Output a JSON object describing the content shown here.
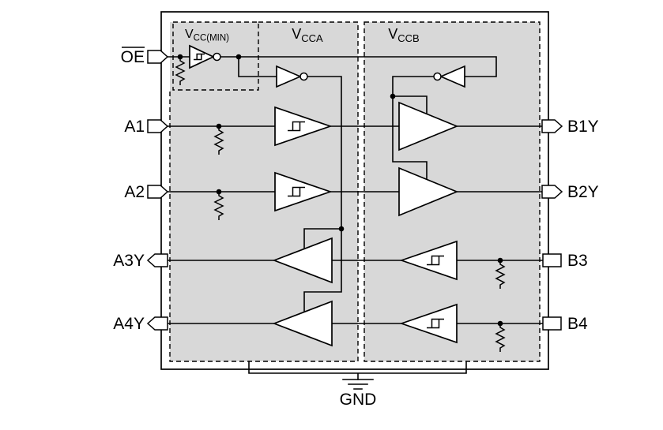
{
  "colors": {
    "region_fill": "#d8d8d8",
    "line": "#000000",
    "background": "#ffffff"
  },
  "pins": {
    "oe": "OE",
    "a1": "A1",
    "a2": "A2",
    "a3y": "A3Y",
    "a4y": "A4Y",
    "b1y": "B1Y",
    "b2y": "B2Y",
    "b3": "B3",
    "b4": "B4"
  },
  "supply_labels": {
    "vcc_min": {
      "base": "V",
      "sub": "CC(MIN)"
    },
    "vcca": {
      "base": "V",
      "sub": "CCA"
    },
    "vccb": {
      "base": "V",
      "sub": "CCB"
    }
  },
  "ground_label": "GND"
}
